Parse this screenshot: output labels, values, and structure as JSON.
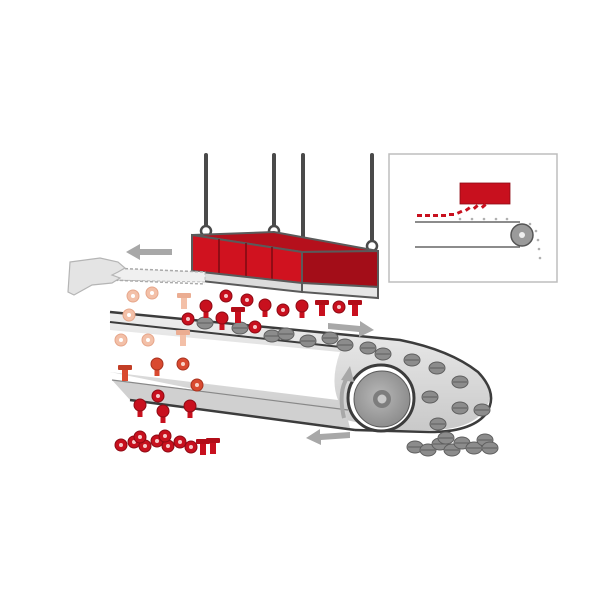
{
  "diagram": {
    "subject": "Overband magnetic separator removing ferrous parts from a conveyor",
    "colors": {
      "background": "#ffffff",
      "magnet_front": "#c8101e",
      "magnet_side": "#a30d18",
      "magnet_top": "#b5101c",
      "magnet_frame": "#5a5a5a",
      "magnet_base": "#dcdcdc",
      "suspension_cable": "#4a4a4a",
      "belt": "#d9d9d9",
      "belt_edge": "#3c3c3c",
      "pulley": "#9a9a9a",
      "nonferrous_part": "#8c8c8c",
      "ferrous_part": "#c8101e",
      "ferrous_faded": "#f0b8a0",
      "ferrous_mid": "#d94a30",
      "arrow": "#a8a8a8",
      "inset_border": "#bdbdbd"
    },
    "components": {
      "magnet": {
        "label": "overband-magnet",
        "suspension_points": 4
      },
      "cross_belt": {
        "label": "self-cleaning-belt",
        "direction": "left"
      },
      "main_conveyor": {
        "label": "feed-conveyor",
        "top_direction": "right",
        "return_direction": "left"
      },
      "head_pulley": {
        "label": "head-pulley",
        "rotation": "counterclockwise"
      },
      "hand": {
        "label": "operator-hand"
      },
      "ferrous_discharge": {
        "label": "separated-ferrous-pile"
      },
      "nonferrous_discharge": {
        "label": "non-ferrous-discharge-pile"
      },
      "inset": {
        "label": "side-view-inset"
      }
    },
    "text": []
  }
}
